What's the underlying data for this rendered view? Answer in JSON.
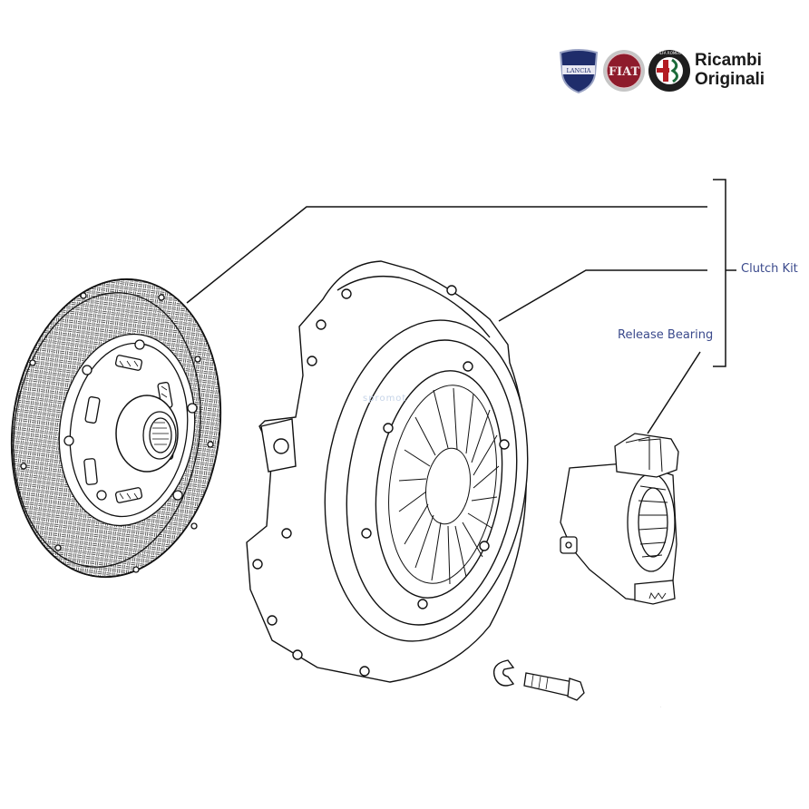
{
  "brand": {
    "line1": "Ricambi",
    "line2": "Originali",
    "logo_lancia_text": "LANCIA",
    "logo_fiat_text": "FIAT",
    "logo_alfa_text": "ALFA ROMEO",
    "colors": {
      "lancia": "#1f2d6b",
      "fiat": "#8e1b2b",
      "alfa": "#1c6b3a"
    }
  },
  "labels": {
    "clutch_kit": "Clutch Kit",
    "release_bearing": "Release Bearing"
  },
  "watermark": "spromot",
  "colors": {
    "label": "#3b4a8c",
    "line": "#111111"
  }
}
